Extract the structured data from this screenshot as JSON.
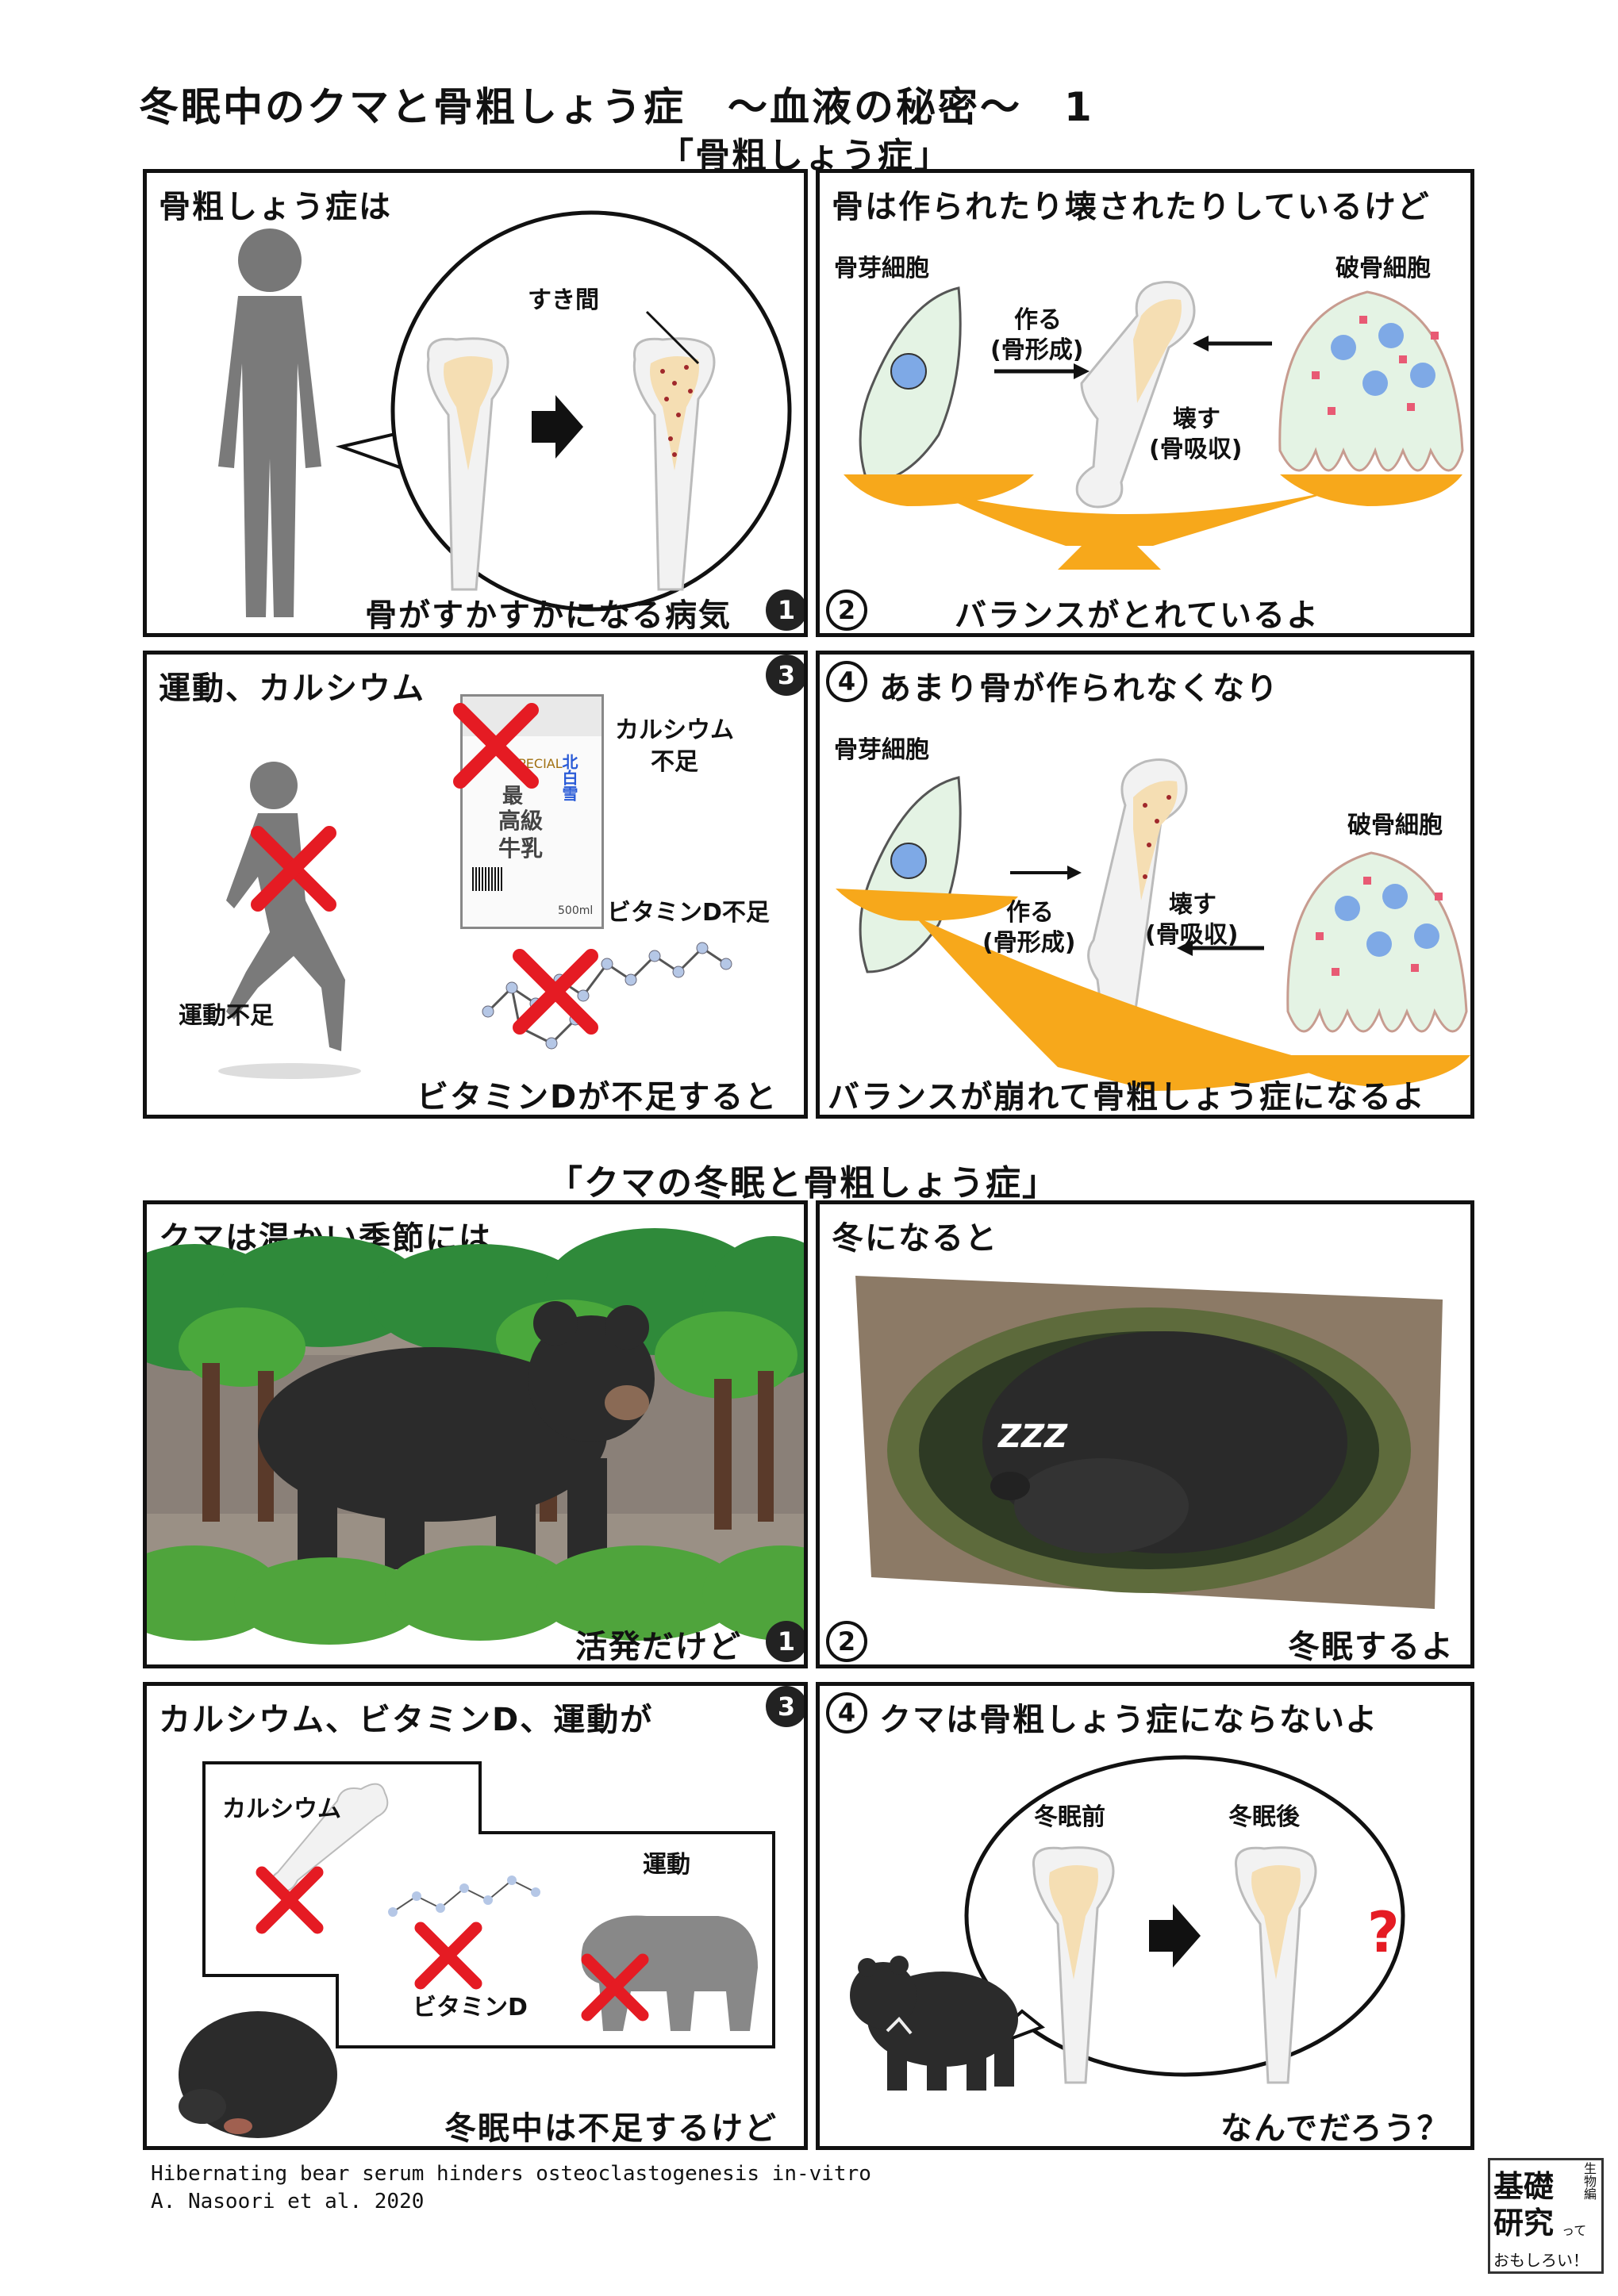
{
  "header": {
    "title": "冬眠中のクマと骨粗しょう症　〜血液の秘密〜　1",
    "section1": "「骨粗しょう症」",
    "section2": "「クマの冬眠と骨粗しょう症」"
  },
  "part1": {
    "p1": {
      "num": "1",
      "top": "骨粗しょう症は",
      "label_gap": "すき間",
      "bottom": "骨がすかすかになる病気"
    },
    "p2": {
      "num": "2",
      "top": "骨は作られたり壊されたりしているけど",
      "osteoblast": "骨芽細胞",
      "osteoclast": "破骨細胞",
      "make": "作る",
      "make_sub": "(骨形成)",
      "break": "壊す",
      "break_sub": "(骨吸収)",
      "bottom": "バランスがとれているよ"
    },
    "p3": {
      "num": "3",
      "top": "運動、カルシウム",
      "calcium": "カルシウム",
      "calcium2": "不足",
      "vitd": "ビタミンD不足",
      "exercise": "運動不足",
      "bottom": "ビタミンDが不足すると",
      "milk": {
        "brand": "北白雪",
        "l1": "最",
        "l2": "高級",
        "l3": "牛乳",
        "special": "SPECIAL",
        "vol": "500ml"
      }
    },
    "p4": {
      "num": "4",
      "top": "あまり骨が作られなくなり",
      "osteoblast": "骨芽細胞",
      "osteoclast": "破骨細胞",
      "make": "作る",
      "make_sub": "(骨形成)",
      "break": "壊す",
      "break_sub": "(骨吸収)",
      "bottom": "バランスが崩れて骨粗しょう症になるよ"
    }
  },
  "part2": {
    "p1": {
      "num": "1",
      "top": "クマは温かい季節には",
      "bottom": "活発だけど"
    },
    "p2": {
      "num": "2",
      "zzz": "ZZZ",
      "top": "冬になると",
      "bottom": "冬眠するよ"
    },
    "p3": {
      "num": "3",
      "top": "カルシウム、ビタミンD、運動が",
      "calcium": "カルシウム",
      "exercise": "運動",
      "vitd": "ビタミンD",
      "bottom": "冬眠中は不足するけど"
    },
    "p4": {
      "num": "4",
      "top": "クマは骨粗しょう症にならないよ",
      "before": "冬眠前",
      "after": "冬眠後",
      "q": "?",
      "bottom": "なんでだろう？"
    }
  },
  "footer": {
    "cite1": "Hibernating bear serum hinders osteoclastogenesis in-vitro",
    "cite2": "A. Nasoori et al. 2020",
    "logo1": "基礎",
    "logo2": "研究",
    "logo3": "生物編",
    "logo4": "って",
    "logo5": "おもしろい！"
  },
  "colors": {
    "ink": "#111111",
    "bone": "#f1f1f1",
    "marrow": "#f5deb3",
    "cell": "#e4f3e4",
    "nucleus": "#7ea9e6",
    "scale": "#f7a81b",
    "cross": "#e51b23"
  }
}
